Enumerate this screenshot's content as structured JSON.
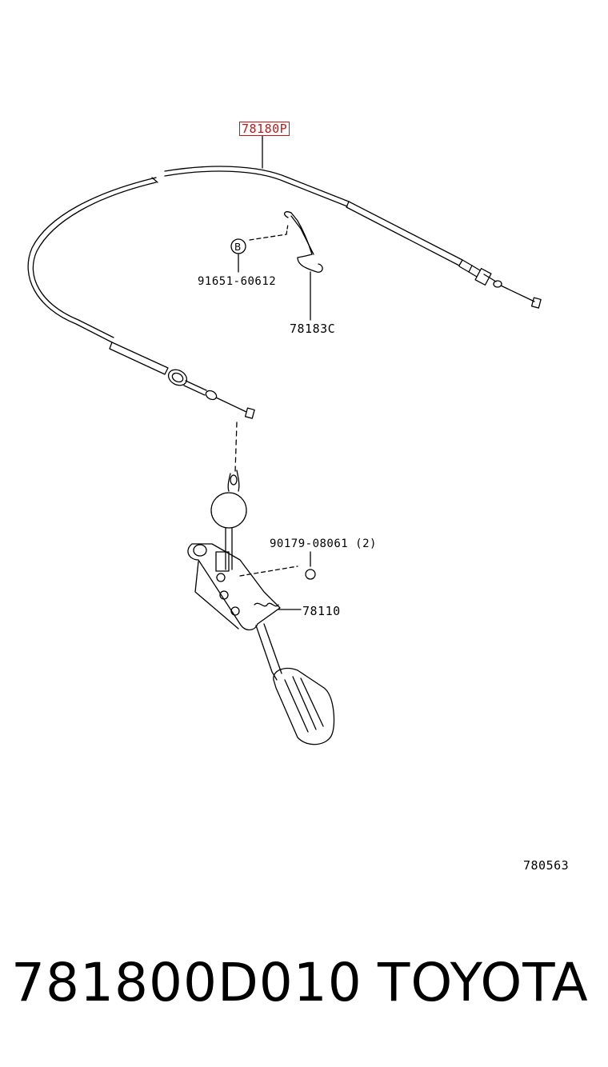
{
  "labels": {
    "cable": "78180P",
    "clip_bolt": "91651-60612",
    "clip_callout": "B",
    "clip": "78183C",
    "nut": "90179-08061 (2)",
    "pedal": "78110",
    "diagram_ref": "780563"
  },
  "footer": {
    "part_number": "781800D010",
    "brand": "TOYOTA"
  },
  "colors": {
    "highlight": "#d01010",
    "line": "#000000"
  }
}
